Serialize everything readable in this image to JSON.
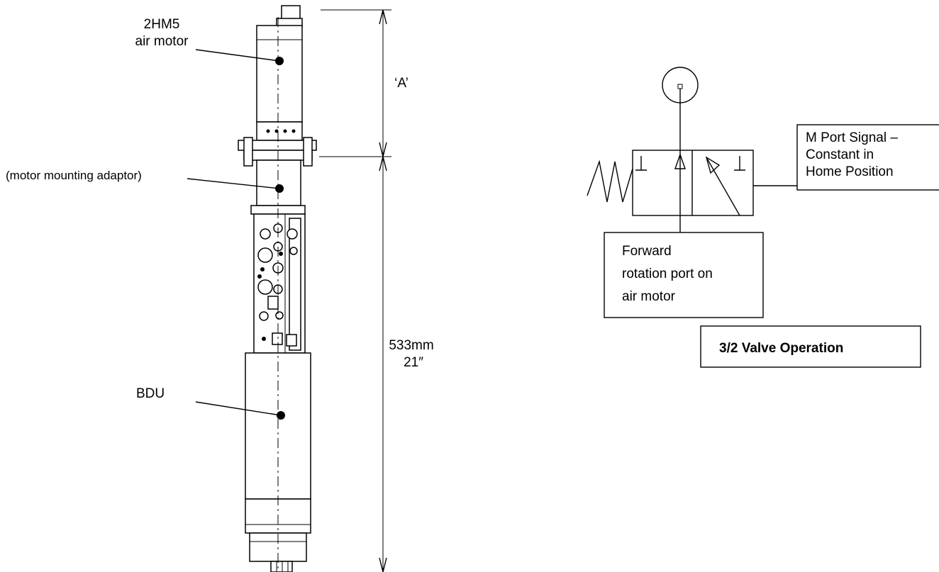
{
  "assembly_labels": {
    "motor_line1": "2HM5",
    "motor_line2": "air motor",
    "adaptor": "(motor mounting adaptor)",
    "bdu": "BDU"
  },
  "dimensions": {
    "a_label": "‘A’",
    "overall_mm": "533mm",
    "overall_in": "21″"
  },
  "valve": {
    "m_port_line1": "M Port Signal –",
    "m_port_line2": "Constant in",
    "m_port_line3": "Home Position",
    "forward_line1": "Forward",
    "forward_line2": "rotation port on",
    "forward_line3": "air motor",
    "title": "3/2 Valve Operation"
  }
}
